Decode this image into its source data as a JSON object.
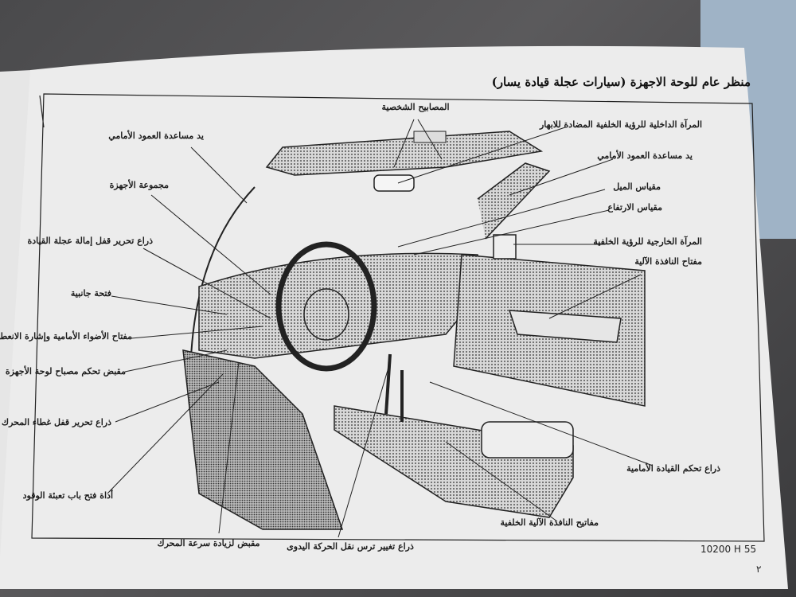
{
  "page": {
    "title": "منظر عام للوحة الاجهزة (سيارات عجلة قيادة يسار)",
    "figure_code": "10200 H 55",
    "page_number": "٢"
  },
  "labels_right": {
    "personal_lamps": "المصابيح الشخصية",
    "inner_mirror": "المرآة الداخلية للرؤية الخلفية المضادة للابهار",
    "front_pillar_grip": "يد مساعدة العمود الأمامي",
    "tilt_gauge": "مقياس الميل",
    "altitude_gauge": "مقياس الارتفاع",
    "outside_mirror": "المرآة الخارجية للرؤية الخلفية",
    "power_window_switch": "مفتاح النافذة الآلية",
    "front_drive_lever": "ذراع تحكم القيادة الأمامية",
    "rear_power_window_switches": "مفاتيح النافذة الآلية الخلفية"
  },
  "labels_left": {
    "front_pillar_grip": "يد مساعدة العمود الأمامي",
    "instrument_cluster": "مجموعة الأجهزة",
    "tilt_lock_lever": "ذراع تحرير قفل إمالة عجلة القيادة",
    "side_vent": "فتحة جانبية",
    "headlight_turn_switch": "مفتاح الأضواء الأمامية وإشارة الانعطاف",
    "panel_light_knob": "مقبض تحكم مصباح لوحة الأجهزة",
    "hood_release_lever": "ذراع تحرير قفل غطاء المحرك",
    "fuel_door_opener": "أداة فتح باب تعبئة الوقود"
  },
  "labels_bottom": {
    "hand_throttle_knob": "مقبض لزيادة سرعة المحرك",
    "manual_shift_lever": "ذراع تغيير ترس نقل الحركة اليدوى"
  }
}
